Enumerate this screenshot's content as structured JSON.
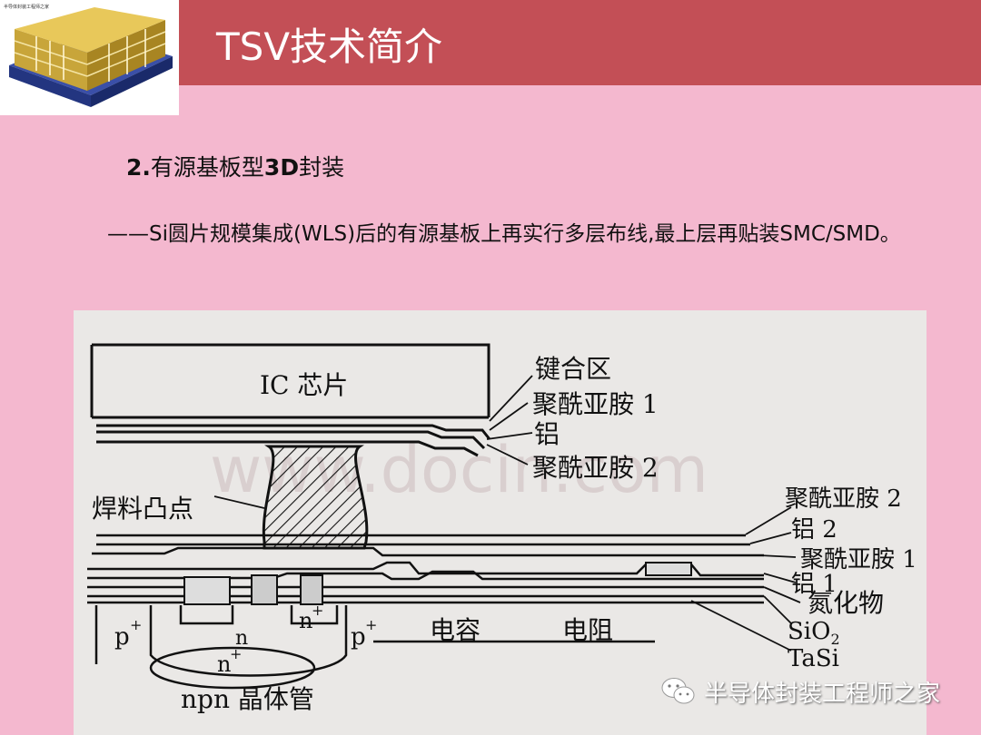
{
  "slide": {
    "title": "TSV技术简介",
    "logo_caption": "半导体封装工程师之家"
  },
  "content": {
    "subtitle_number": "2.",
    "subtitle_text": "有源基板型",
    "subtitle_bold": "3D",
    "subtitle_tail": "封装",
    "description": "——Si圆片规模集成(WLS)后的有源基板上再实行多层布线,最上层再贴装SMC/SMD。"
  },
  "figure": {
    "labels": {
      "ic_chip": "IC 芯片",
      "bond_area": "键合区",
      "polyimide_1_top": "聚酰亚胺 1",
      "aluminum_top": "铝",
      "polyimide_2_top": "聚酰亚胺 2",
      "solder_bump": "焊料凸点",
      "polyimide_2": "聚酰亚胺 2",
      "aluminum_2": "铝 2",
      "polyimide_1": "聚酰亚胺 1",
      "aluminum_1": "铝 1",
      "nitride": "氮化物",
      "sio2": "SiO",
      "sio2_sub": "2",
      "tasi": "TaSi",
      "capacitor": "电容",
      "resistor": "电阻",
      "npn_transistor": "npn 晶体管",
      "p_plus_left": "p",
      "p_plus_right": "p",
      "n_plus": "n",
      "n_small": "n",
      "n_plus_bottom": "n",
      "plus_sign": "+"
    },
    "watermark": "www.docin.com"
  },
  "brand": {
    "wechat_account": "半导体封装工程师之家",
    "icon": "wechat-icon"
  }
}
